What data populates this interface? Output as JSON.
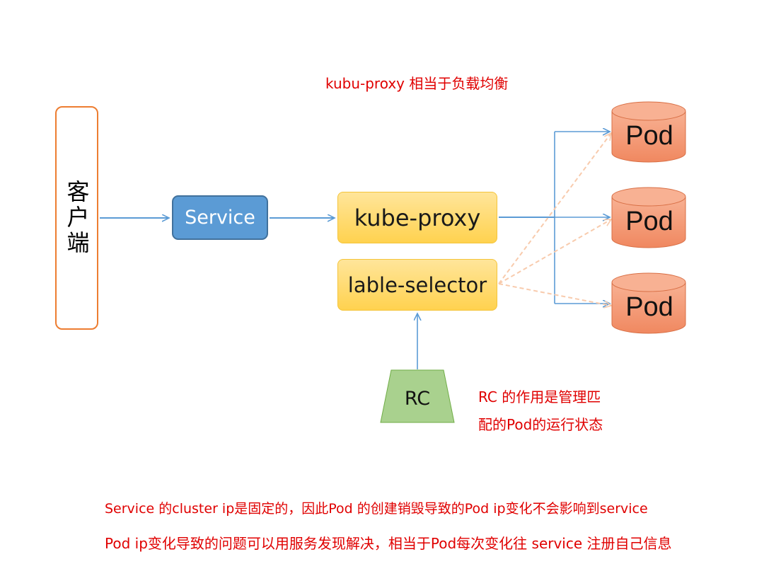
{
  "client": {
    "label": "客户端"
  },
  "service": {
    "label": "Service"
  },
  "kube_proxy": {
    "label": "kube-proxy"
  },
  "label_selector": {
    "label": "lable-selector"
  },
  "pods": [
    {
      "label": "Pod"
    },
    {
      "label": "Pod"
    },
    {
      "label": "Pod"
    }
  ],
  "rc": {
    "label": "RC"
  },
  "notes": {
    "top": "kubu-proxy 相当于负载均衡",
    "rc_line1": "RC  的作用是管理匹",
    "rc_line2": "配的Pod的运行状态",
    "bottom_line1": "Service 的cluster ip是固定的，因此Pod 的创建销毁导致的Pod ip变化不会影响到service",
    "bottom_line2": "Pod ip变化导致的问题可以用服务发现解决，相当于Pod每次变化往 service 注册自己信息"
  },
  "colors": {
    "client_border": "#ed7d31",
    "service_fill": "#5b9bd5",
    "proxy_fill": "#ffd966",
    "pod_fill": "#f4a582",
    "rc_fill": "#a9d18e",
    "arrow": "#5b9bd5",
    "dashed_arrow": "#f8cbad",
    "note_text": "#e00000"
  }
}
